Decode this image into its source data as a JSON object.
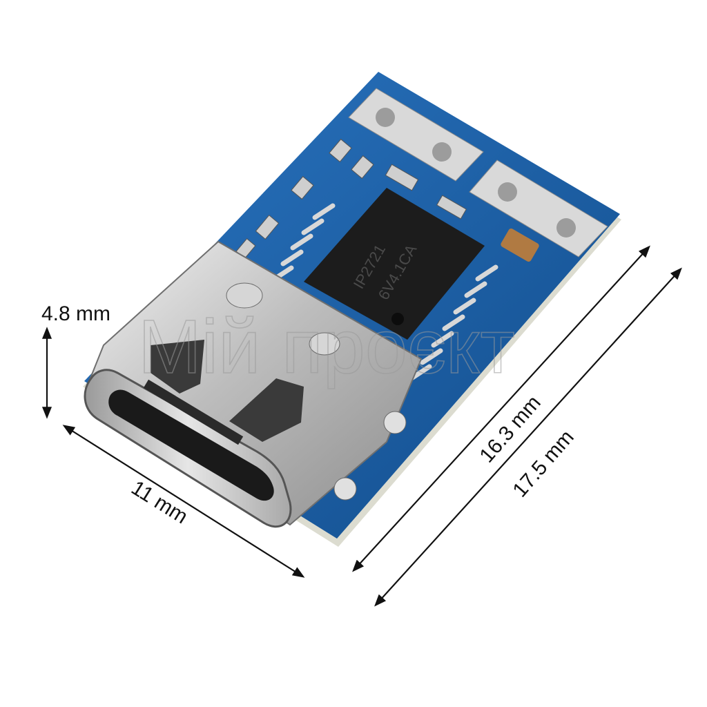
{
  "dimensions": {
    "height_label": "4.8 mm",
    "width_label": "11 mm",
    "length_inner_label": "16.3 mm",
    "length_outer_label": "17.5 mm"
  },
  "chip": {
    "line1": "IP2721",
    "line2": "6V4.1CA"
  },
  "watermark": "Мій проєкт",
  "colors": {
    "pcb": "#1a5fa8",
    "pcb_edge": "#e8e8dc",
    "chip": "#1c1c1c",
    "connector": "#c9c9c9",
    "pad": "#d7d7d7",
    "capacitor": "#b07a42"
  }
}
